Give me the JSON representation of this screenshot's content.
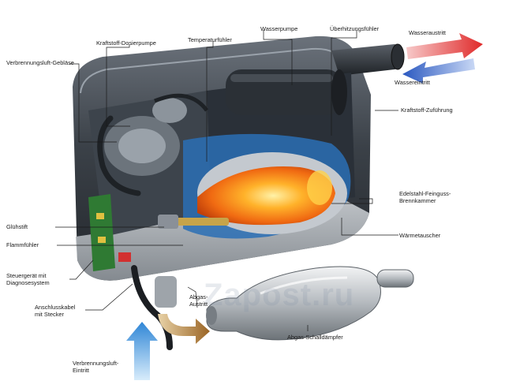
{
  "labels": {
    "kraftstoff_dosierpumpe": "Kraftstoff-Dosierpumpe",
    "verbrennungsluft_geblaese": "Verbrennungsluft-Gebläse",
    "temperaturfuehler": "Temperaturfühler",
    "wasserpumpe": "Wasserpumpe",
    "ueberhitzungsfuehler": "Überhitzungsfühler",
    "wasseraustritt": "Wasseraustritt",
    "wassereintritt": "Wassereintritt",
    "kraftstoff_zufuehrung": "Kraftstoff-Zuführung",
    "brennkammer_line1": "Edelstahl-Feinguss-",
    "brennkammer_line2": "Brennkammer",
    "waermetauscher": "Wärmetauscher",
    "gluehstift": "Glühstift",
    "flammfuehler": "Flammfühler",
    "steuergeraet_line1": "Steuergerät mit",
    "steuergeraet_line2": "Diagnosesystem",
    "anschlusskabel_line1": "Anschlusskabel",
    "anschlusskabel_line2": "mit Stecker",
    "abgas_austritt_line1": "Abgas-",
    "abgas_austritt_line2": "Austritt",
    "abgas_schalldaempfer": "Abgas-Schalldämpfer",
    "verbrennungsluft_eintritt_line1": "Verbrennungsluft-",
    "verbrennungsluft_eintritt_line2": "Eintritt"
  },
  "watermark": "Zapost.ru",
  "colors": {
    "housing": "#4a5058",
    "water_out_arrow": "#e03030",
    "water_in_arrow": "#2f5fc0",
    "air_in_arrow": "#3a8fdc",
    "exhaust_arrow": "#b07a30",
    "flame": "#ff8a1a",
    "muffler": "#b8bcc0"
  }
}
